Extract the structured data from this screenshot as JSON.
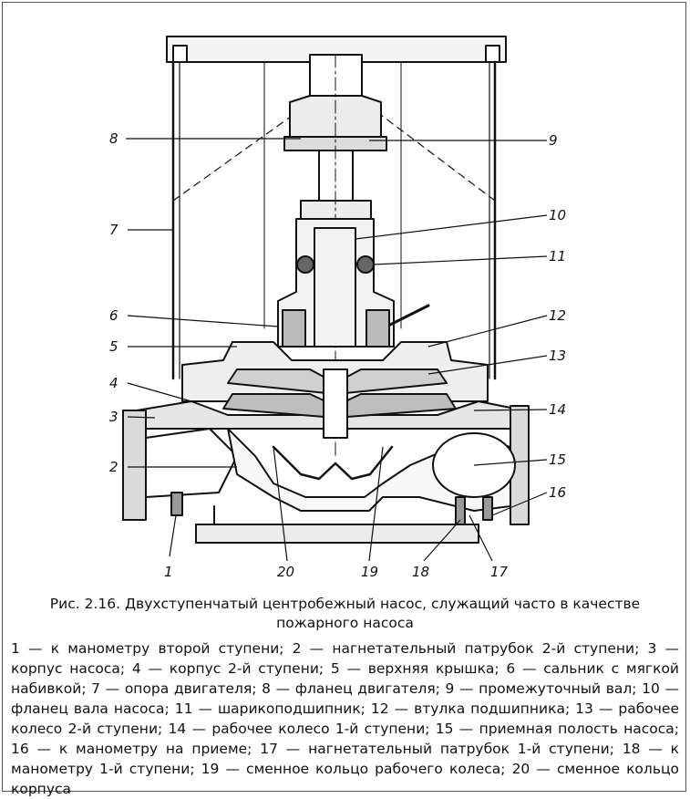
{
  "figure": {
    "labels": [
      {
        "id": "lbl-1",
        "text": "1"
      },
      {
        "id": "lbl-2",
        "text": "2"
      },
      {
        "id": "lbl-3",
        "text": "3"
      },
      {
        "id": "lbl-4",
        "text": "4"
      },
      {
        "id": "lbl-5",
        "text": "5"
      },
      {
        "id": "lbl-6",
        "text": "6"
      },
      {
        "id": "lbl-7",
        "text": "7"
      },
      {
        "id": "lbl-8",
        "text": "8"
      },
      {
        "id": "lbl-9",
        "text": "9"
      },
      {
        "id": "lbl-10",
        "text": "10"
      },
      {
        "id": "lbl-11",
        "text": "11"
      },
      {
        "id": "lbl-12",
        "text": "12"
      },
      {
        "id": "lbl-13",
        "text": "13"
      },
      {
        "id": "lbl-14",
        "text": "14"
      },
      {
        "id": "lbl-15",
        "text": "15"
      },
      {
        "id": "lbl-16",
        "text": "16"
      },
      {
        "id": "lbl-17",
        "text": "17"
      },
      {
        "id": "lbl-18",
        "text": "18"
      },
      {
        "id": "lbl-19",
        "text": "19"
      },
      {
        "id": "lbl-20",
        "text": "20"
      }
    ]
  },
  "caption": "Рис. 2.16. Двухступенчатый центробежный насос, служащий часто в качестве пожарного насоса",
  "legend": "1 — к манометру второй ступени; 2 — нагнетательный патрубок 2-й ступени; 3 — корпус насоса; 4 — корпус 2-й ступени; 5 — верхняя крышка; 6 — сальник с мягкой набивкой; 7 — опора двигателя; 8 — фланец двигателя; 9 — промежуточный вал; 10 — фланец вала насоса; 11 — шарикоподшипник; 12 — втулка подшипника; 13 — рабочее колесо 2-й ступени; 14 — рабочее колесо 1-й ступени; 15 — приемная полость насоса; 16 — к манометру на приеме; 17 — нагнетательный патрубок 1-й ступени; 18 — к манометру 1-й ступени; 19 — сменное кольцо рабочего колеса; 20 — сменное кольцо корпуса"
}
